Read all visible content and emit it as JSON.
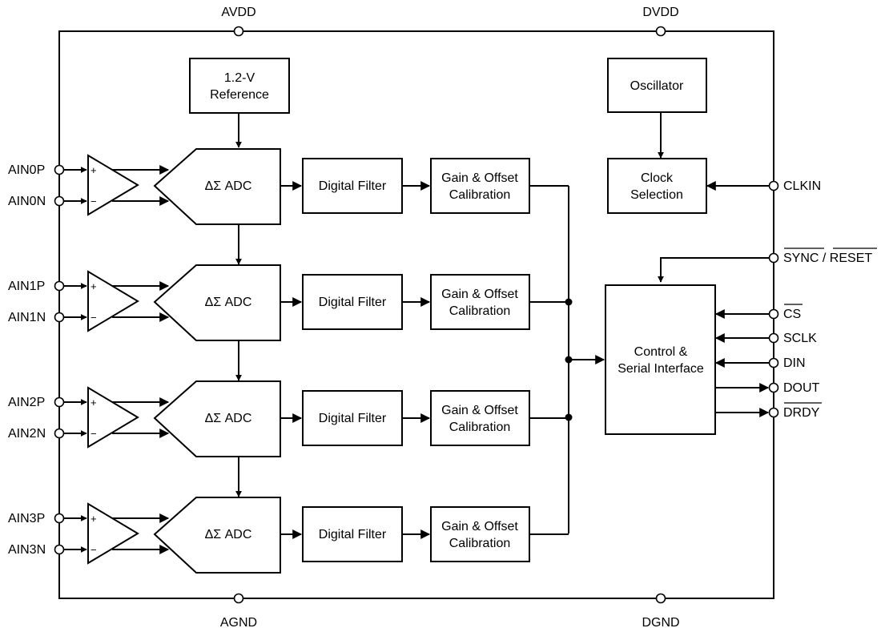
{
  "power_pins": {
    "avdd": "AVDD",
    "dvdd": "DVDD",
    "agnd": "AGND",
    "dgnd": "DGND"
  },
  "reference": {
    "line1": "1.2-V",
    "line2": "Reference"
  },
  "oscillator": "Oscillator",
  "clock_selection": {
    "line1": "Clock",
    "line2": "Selection"
  },
  "control": {
    "line1": "Control &",
    "line2": "Serial Interface"
  },
  "channels": [
    {
      "pos": "AIN0P",
      "neg": "AIN0N",
      "adc": "ΔΣ ADC",
      "filter": "Digital Filter",
      "cal1": "Gain & Offset",
      "cal2": "Calibration"
    },
    {
      "pos": "AIN1P",
      "neg": "AIN1N",
      "adc": "ΔΣ ADC",
      "filter": "Digital Filter",
      "cal1": "Gain & Offset",
      "cal2": "Calibration"
    },
    {
      "pos": "AIN2P",
      "neg": "AIN2N",
      "adc": "ΔΣ ADC",
      "filter": "Digital Filter",
      "cal1": "Gain & Offset",
      "cal2": "Calibration"
    },
    {
      "pos": "AIN3P",
      "neg": "AIN3N",
      "adc": "ΔΣ ADC",
      "filter": "Digital Filter",
      "cal1": "Gain & Offset",
      "cal2": "Calibration"
    }
  ],
  "amp_signs": {
    "plus": "+",
    "minus": "−"
  },
  "right_pins": {
    "clkin": "CLKIN",
    "sync": "SYNC",
    "sync_sep": " / ",
    "reset": "RESET",
    "cs": "CS",
    "sclk": "SCLK",
    "din": "DIN",
    "dout": "DOUT",
    "drdy": "DRDY"
  }
}
